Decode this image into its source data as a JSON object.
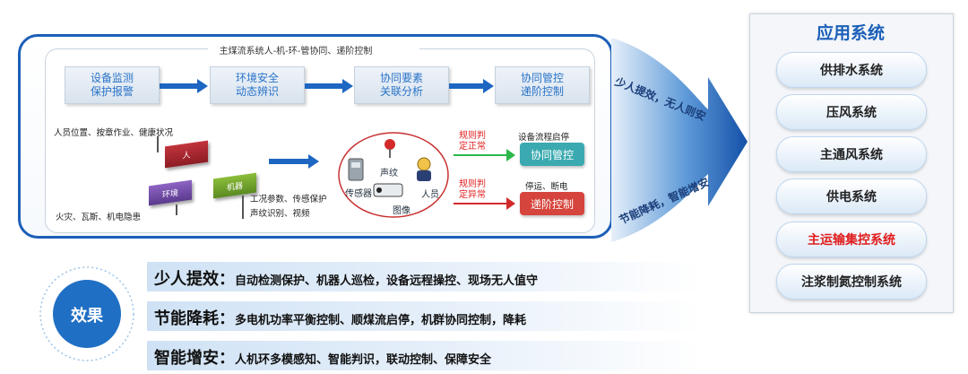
{
  "main": {
    "title": "主煤流系统人-机-环-管协同、递阶控制",
    "steps": [
      {
        "line1": "设备监测",
        "line2": "保护报警"
      },
      {
        "line1": "环境安全",
        "line2": "动态辨识"
      },
      {
        "line1": "协同要素",
        "line2": "关联分析"
      },
      {
        "line1": "协同管控",
        "line2": "递阶控制"
      }
    ],
    "person_label": "人员位置、按章作业、健康状况",
    "hazard_label": "火灾、瓦斯、机电隐患",
    "params_line1": "工况参数、传感保护",
    "params_line2": "声纹识别、视频",
    "block_person": "人",
    "block_env": "环境",
    "block_machine": "机器",
    "sensor_labels": {
      "voiceprint": "声纹",
      "sensor": "传感器",
      "person": "人员",
      "image": "图像"
    },
    "normal": {
      "judge_line1": "规则判",
      "judge_line2": "定正常",
      "status": "设备流程启停",
      "action": "协同管控"
    },
    "abnormal": {
      "judge_line1": "规则判",
      "judge_line2": "定异常",
      "status": "停运、断电",
      "action": "递阶控制"
    }
  },
  "arrows": {
    "top_text": "少人提效，无人则安",
    "bottom_text": "节能降耗，智能增安"
  },
  "systems": {
    "title": "应用系统",
    "items": [
      "供排水系统",
      "压风系统",
      "主通风系统",
      "供电系统",
      "主运输集控系统",
      "注浆制氮控制系统"
    ],
    "highlight_index": 4,
    "highlight_color": "#e01c1c"
  },
  "effects": {
    "badge": "效果",
    "rows": [
      {
        "head": "少人提效：",
        "text": "自动检测保护、机器人巡检，设备远程操控、现场无人值守"
      },
      {
        "head": "节能降耗：",
        "text": "多电机功率平衡控制、顺煤流启停，机群协同控制，降耗"
      },
      {
        "head": "智能增安：",
        "text": "人机环多模感知、智能判识，联动控制、保障安全"
      }
    ]
  },
  "colors": {
    "accent": "#1c5fb8",
    "normal_green": "#3aaab0",
    "abnormal_red": "#d6453d"
  }
}
